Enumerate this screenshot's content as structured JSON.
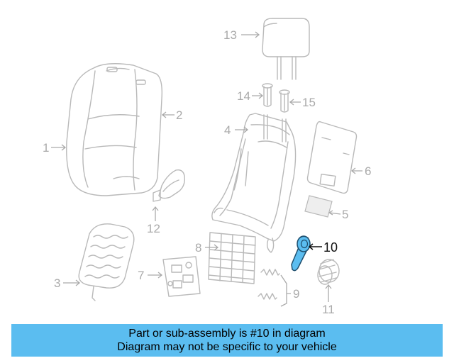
{
  "diagram": {
    "callouts": {
      "c1": "1",
      "c2": "2",
      "c3": "3",
      "c4": "4",
      "c5": "5",
      "c6": "6",
      "c7": "7",
      "c8": "8",
      "c9": "9",
      "c10": "10",
      "c11": "11",
      "c12": "12",
      "c13": "13",
      "c14": "14",
      "c15": "15"
    },
    "highlighted_part": "10",
    "colors": {
      "highlight": "#5bbdf0",
      "ghost_lines": "#b9b9b9",
      "callout_text": "#aaaaaa"
    }
  },
  "banner": {
    "line1": "Part or sub-assembly is #10 in diagram",
    "line2": "Diagram may not be specific to your vehicle",
    "background": "#5bbdf0"
  }
}
